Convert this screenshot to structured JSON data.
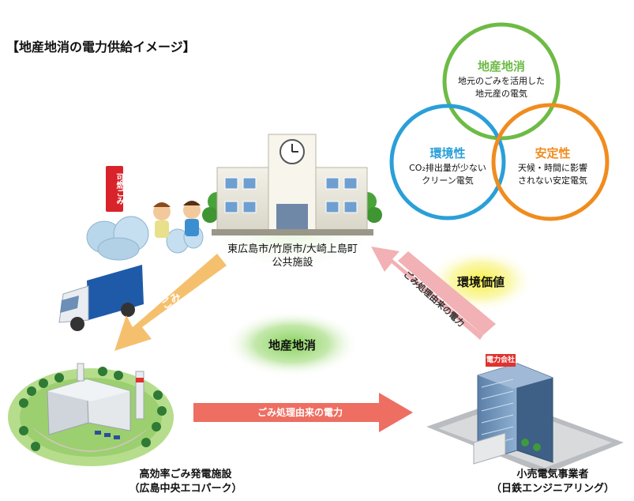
{
  "title": "【地産地消の電力供給イメージ】",
  "venn": {
    "top": {
      "title": "地産地消",
      "line1": "地元のごみを活用した",
      "line2": "地元産の電気",
      "color": "#6dbb45"
    },
    "left": {
      "title": "環境性",
      "line1": "CO₂排出量が少ない",
      "line2": "クリーン電気",
      "color": "#2a9fd8"
    },
    "right": {
      "title": "安定性",
      "line1": "天候・時間に影響",
      "line2": "されない安定電気",
      "color": "#f08c1e"
    }
  },
  "labels": {
    "value": "環境価値",
    "local": "地産地消",
    "garbage_tag": "可燃ごみ",
    "company_sign": "電力会社",
    "arrow_garbage": "ごみ",
    "arrow_power_bottom": "ごみ処理由来の電力",
    "arrow_power_right": "ごみ処理由来の電力"
  },
  "facilities": {
    "public_line1": "東広島市/竹原市/大崎上島町",
    "public_line2": "公共施設",
    "plant_line1": "高効率ごみ発電施設",
    "plant_line2": "（広島中央エコパーク）",
    "retailer_line1": "小売電気事業者",
    "retailer_line2": "（日鉄エンジニアリング）"
  }
}
